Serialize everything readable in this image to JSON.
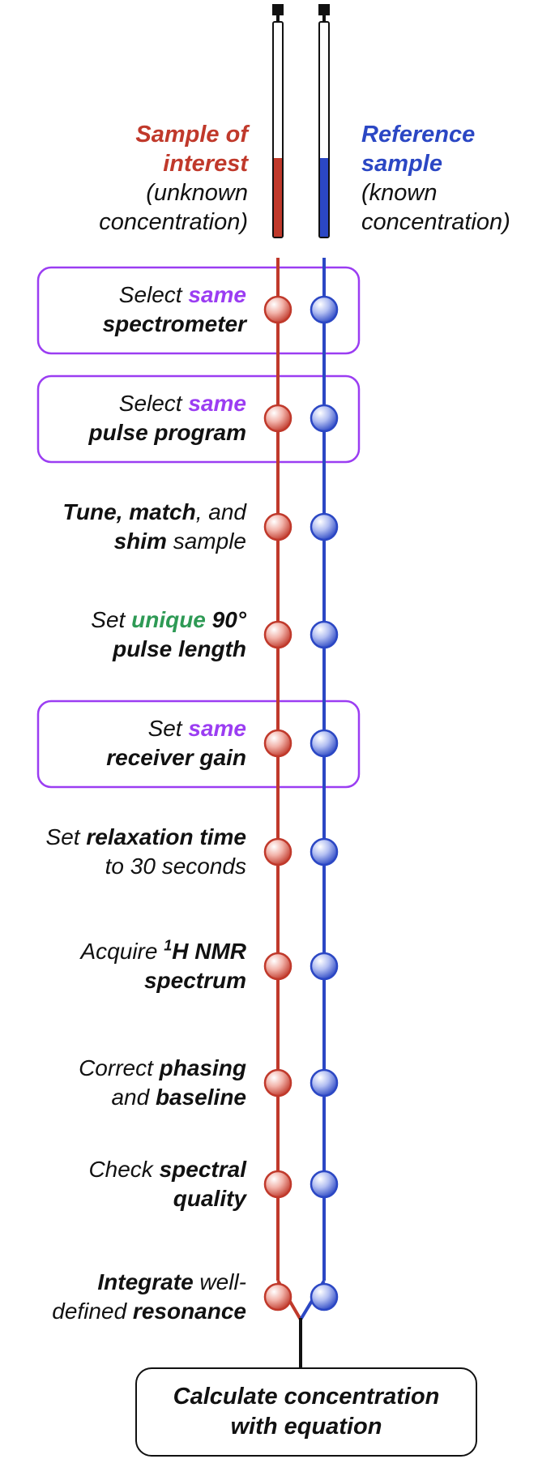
{
  "header": {
    "sample": {
      "title_line1": "Sample of",
      "title_line2": "interest",
      "sub_line1": "(unknown",
      "sub_line2": "concentration)"
    },
    "reference": {
      "title_line1": "Reference",
      "title_line2": "sample",
      "sub_line1": "(known",
      "sub_line2": "concentration)"
    }
  },
  "steps": [
    {
      "parts": [
        [
          "Select ",
          "n"
        ],
        [
          "same",
          "same"
        ],
        [
          "",
          "br"
        ],
        [
          "spectrometer",
          "b"
        ]
      ],
      "highlight": true
    },
    {
      "parts": [
        [
          "Select ",
          "n"
        ],
        [
          "same",
          "same"
        ],
        [
          "",
          "br"
        ],
        [
          "pulse program",
          "b"
        ]
      ],
      "highlight": true
    },
    {
      "parts": [
        [
          "Tune, match",
          "b"
        ],
        [
          ", and",
          "n"
        ],
        [
          "",
          "br"
        ],
        [
          "shim",
          "b"
        ],
        [
          " sample",
          "n"
        ]
      ],
      "highlight": false
    },
    {
      "parts": [
        [
          "Set ",
          "n"
        ],
        [
          "unique",
          "unique"
        ],
        [
          " 90°",
          "b"
        ],
        [
          "",
          "br"
        ],
        [
          "pulse length",
          "b"
        ]
      ],
      "highlight": false
    },
    {
      "parts": [
        [
          "Set ",
          "n"
        ],
        [
          "same",
          "same"
        ],
        [
          "",
          "br"
        ],
        [
          "receiver gain",
          "b"
        ]
      ],
      "highlight": true
    },
    {
      "parts": [
        [
          "Set ",
          "n"
        ],
        [
          "relaxation time",
          "b"
        ],
        [
          "",
          "br"
        ],
        [
          "to 30 seconds",
          "n"
        ]
      ],
      "highlight": false
    },
    {
      "parts": [
        [
          "Acquire ",
          "n"
        ],
        [
          "1",
          "sup"
        ],
        [
          "H NMR",
          "b"
        ],
        [
          "",
          "br"
        ],
        [
          "spectrum",
          "b"
        ]
      ],
      "highlight": false
    },
    {
      "parts": [
        [
          "Correct ",
          "n"
        ],
        [
          "phasing",
          "b"
        ],
        [
          "",
          "br"
        ],
        [
          "and ",
          "n"
        ],
        [
          "baseline",
          "b"
        ]
      ],
      "highlight": false
    },
    {
      "parts": [
        [
          "Check ",
          "n"
        ],
        [
          "spectral",
          "b"
        ],
        [
          "",
          "br"
        ],
        [
          "quality",
          "b"
        ]
      ],
      "highlight": false
    },
    {
      "parts": [
        [
          "Integrate",
          "b"
        ],
        [
          " well-",
          "n"
        ],
        [
          "",
          "br"
        ],
        [
          "defined ",
          "n"
        ],
        [
          "resonance",
          "b"
        ]
      ],
      "highlight": false
    }
  ],
  "final_box": {
    "line1": "Calculate concentration",
    "line2": "with equation"
  },
  "colors": {
    "sample": "#c0392b",
    "reference": "#2b47c4",
    "same_highlight": "#9b3df2",
    "unique_highlight": "#2e9a55"
  }
}
